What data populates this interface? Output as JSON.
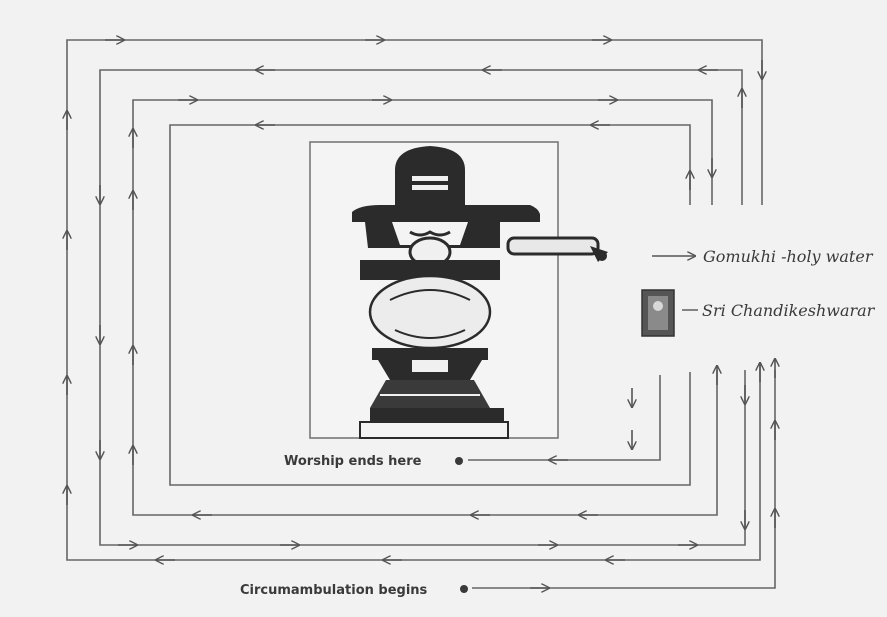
{
  "diagram": {
    "labels": {
      "gomukhi": "Gomukhi -holy water",
      "chandikeshwarar": "Sri Chandikeshwarar",
      "worship_ends": "Worship ends here",
      "circumambulation_begins": "Circumambulation begins"
    },
    "elements": {
      "central_shrine": "shiva-lingam",
      "side_shrine": "chandikeshwarar-image"
    },
    "colors": {
      "background": "#f2f2f2",
      "line": "#555555",
      "ink": "#2b2b2b",
      "text": "#3a3a3a"
    }
  }
}
